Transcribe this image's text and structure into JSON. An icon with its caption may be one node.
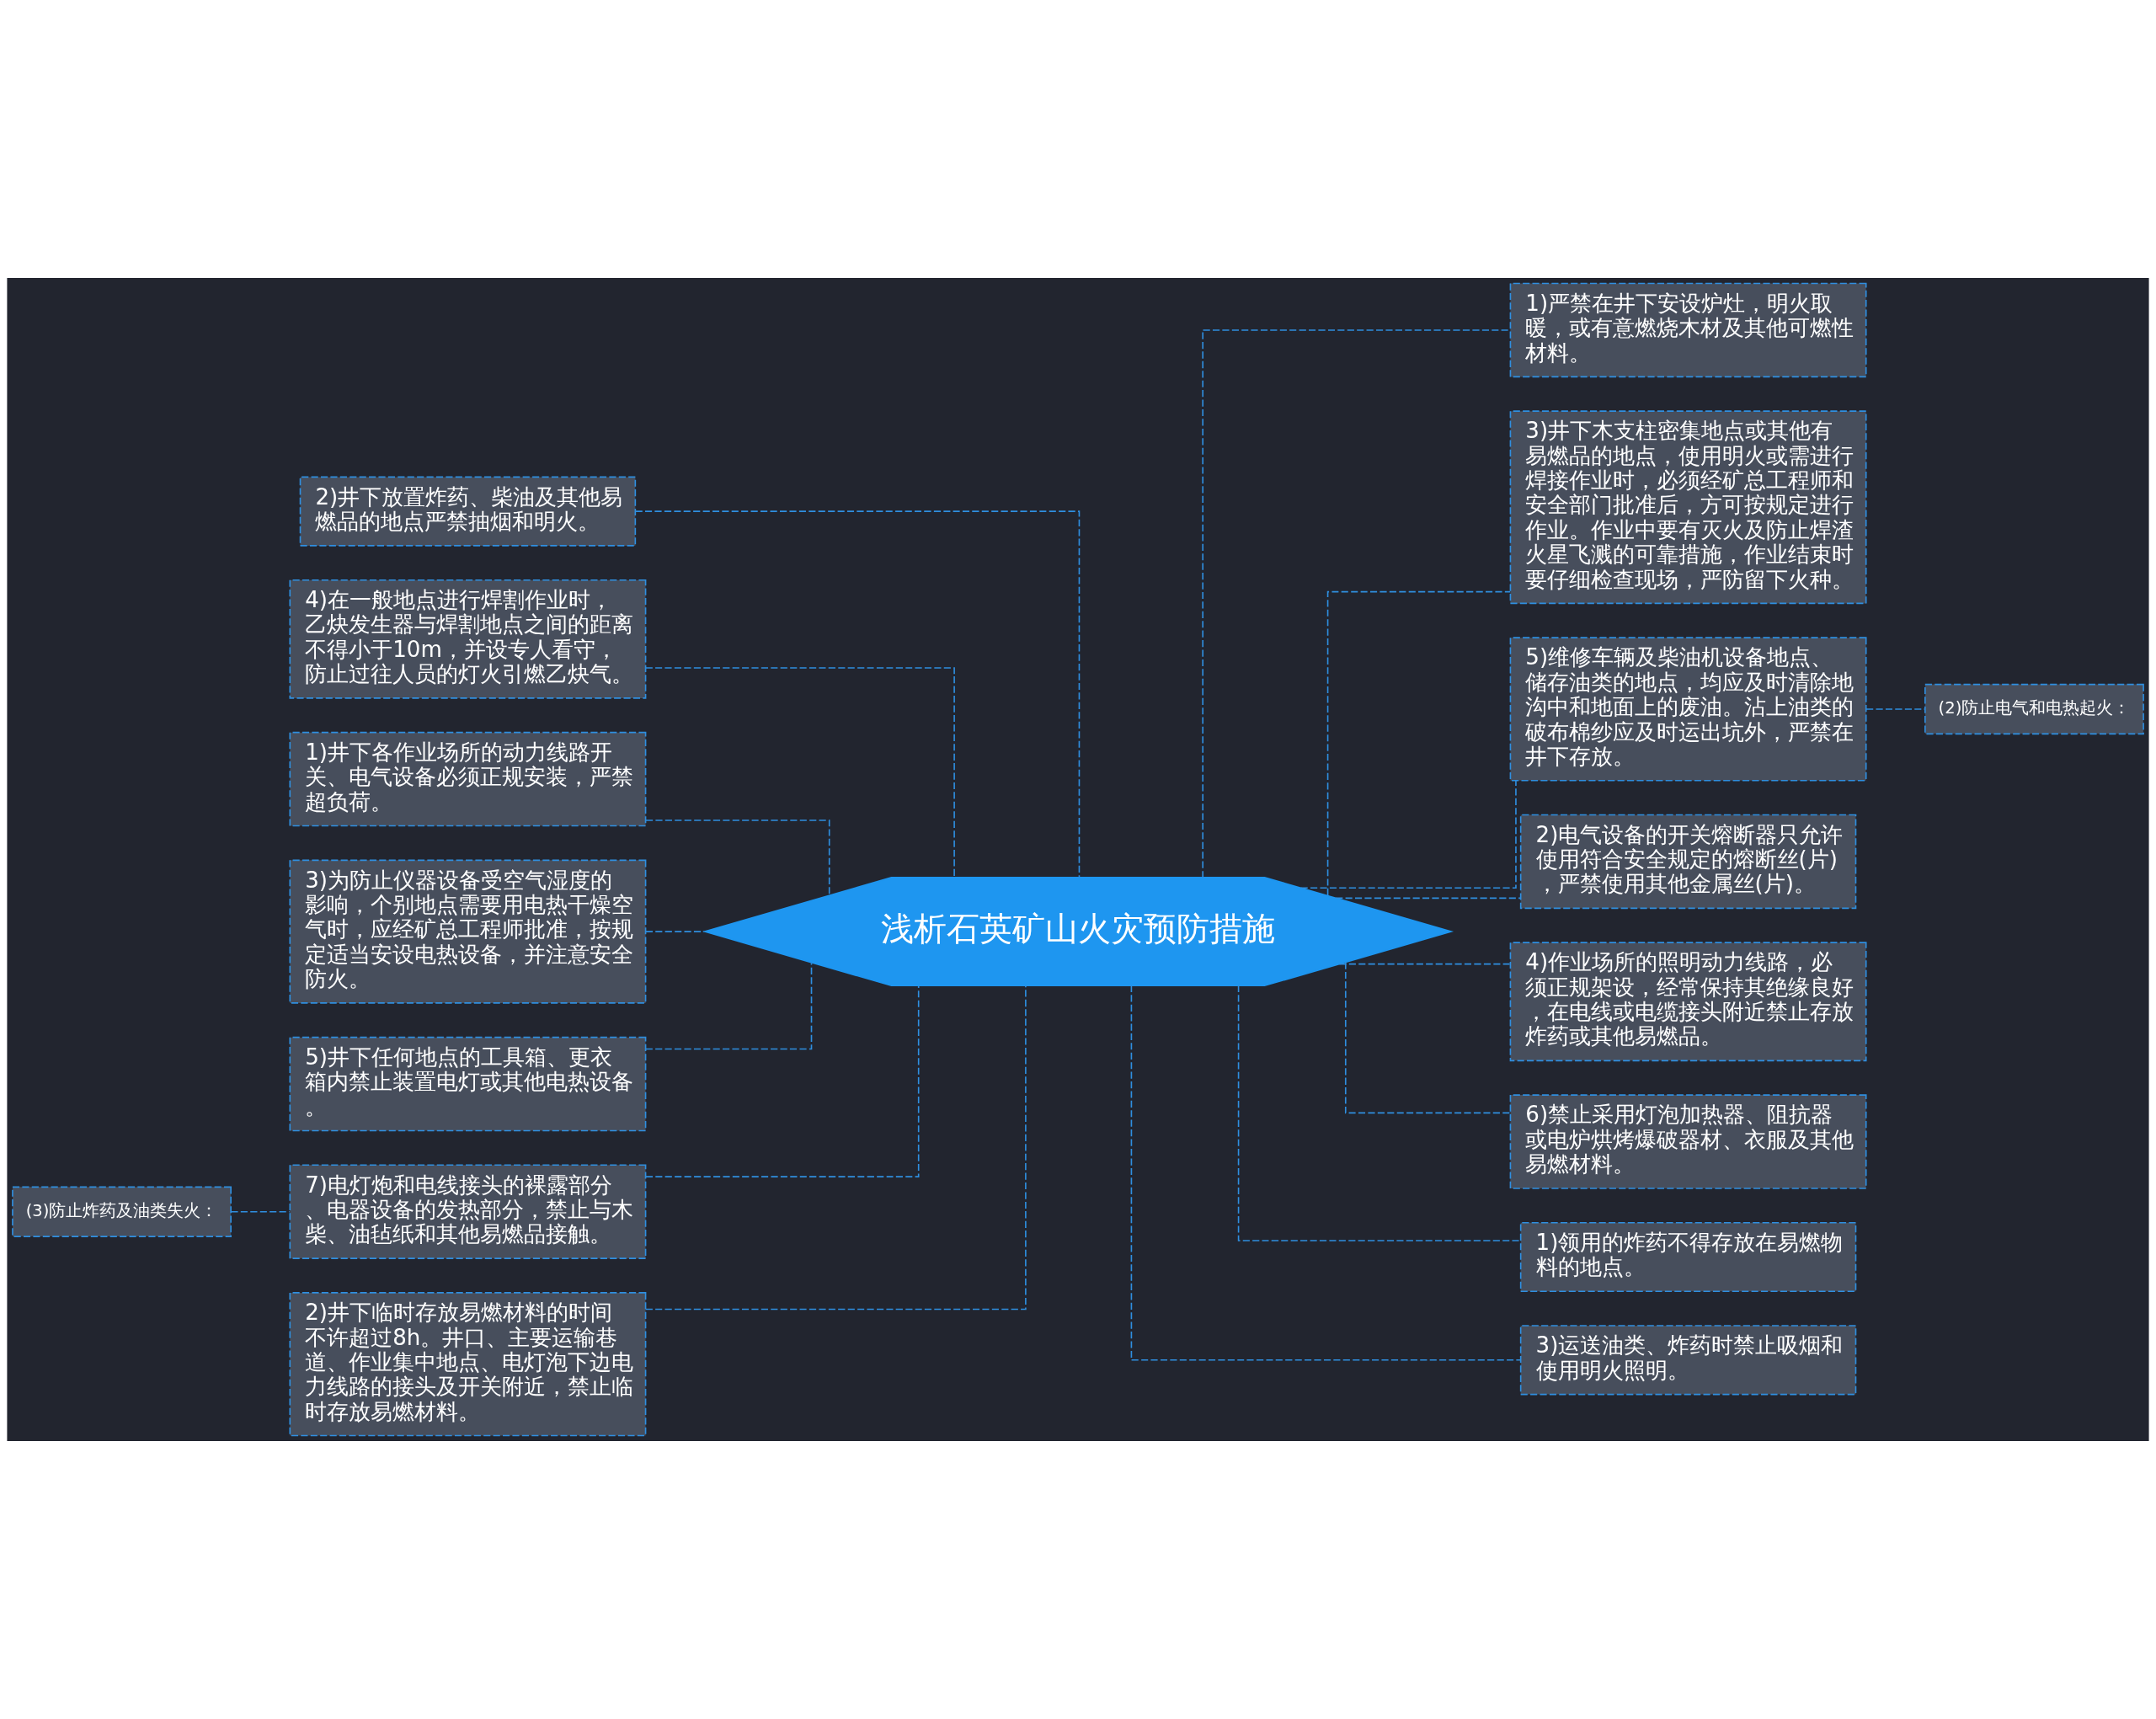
{
  "diagram": {
    "nodes": [
      {
        "text": [
          "浅析石英矿山火灾预防措施"
        ]
      },
      {
        "text": [
          "2)井下放置炸药、柴油及其他易燃品的地点严禁抽烟和明火。"
        ]
      },
      {
        "text": [
          "4)在一般地点进行焊割作业时，乙炔发生器与焊割地点之间的距离不得小于10m，并设专人看守，防止过往人员的灯火引燃乙炔气。"
        ]
      },
      {
        "text": [
          "1)井下各作业场所的动力线路开关、电气设备必须正规安装，严禁超负荷。"
        ]
      },
      {
        "text": [
          "3)为防止仪器设备受空气湿度的影响，个别地点需要用电热干燥空气时，应经矿总工程师批准，按规定适当安设电热设备，并注意安全防火。"
        ]
      },
      {
        "text": [
          "5)井下任何地点的工具箱、更衣箱内禁止装置电灯或其他电热设备。"
        ]
      },
      {
        "text": [
          "7)电灯炮和电线接头的裸露部分、电器设备的发热部分，禁止与木柴、油毡纸和其他易燃品接触。"
        ]
      },
      {
        "text": [
          "2)井下临时存放易燃材料的时间不许超过8h。井口、主要运输巷道、作业集中地点、电灯泡下边电力线路的接头及开关附近，禁止临时存放易燃材料。"
        ]
      },
      {
        "text": [
          "(3)防止炸药及油类失火："
        ]
      },
      {
        "text": [
          "1)严禁在井下安设炉灶，明火取暖，或有意燃烧木材及其他可燃性材料。"
        ]
      },
      {
        "text": [
          "3)井下木支柱密集地点或其他有易燃品的地点，使用明火或需进行焊接作业时，必须经矿总工程师和安全部门批准后，方可按规定进行作业。作业中要有灭火及防止焊渣火星飞溅的可靠措施，作业结束时要仔细检查现场，严防留下火种。"
        ]
      },
      {
        "text": [
          "5)维修车辆及柴油机设备地点、储存油类的地点，均应及时清除地沟中和地面上的废油。沾上油类的破布棉纱应及时运出坑外，严禁在井下存放。"
        ]
      },
      {
        "text": [
          "2)电气设备的开关熔断器只允许使用符合安全规定的熔断丝(片)，严禁使用其他金属丝(片)。"
        ]
      },
      {
        "text": [
          "4)作业场所的照明动力线路，必须正规架设，经常保持其绝缘良好，在电线或电缆接头附近禁止存放炸药或其他易燃品。"
        ]
      },
      {
        "text": [
          "6)禁止采用灯泡加热器、阻抗器或电炉烘烤爆破器材、衣服及其他易燃材料。"
        ]
      },
      {
        "text": [
          "1)领用的炸药不得存放在易燃物料的地点。"
        ]
      },
      {
        "text": [
          "3)运送油类、炸药时禁止吸烟和使用明火照明。"
        ]
      },
      {
        "text": [
          "(2)防止电气和电热起火："
        ]
      }
    ],
    "edges": [
      {
        "from": 0,
        "to": 1,
        "arrow": "none",
        "style": "dashed"
      },
      {
        "from": 0,
        "to": 2,
        "arrow": "none",
        "style": "dashed"
      },
      {
        "from": 0,
        "to": 3,
        "arrow": "none",
        "style": "dashed"
      },
      {
        "from": 0,
        "to": 4,
        "arrow": "none",
        "style": "dashed"
      },
      {
        "from": 0,
        "to": 5,
        "arrow": "none",
        "style": "dashed"
      },
      {
        "from": 0,
        "to": 6,
        "arrow": "none",
        "style": "dashed"
      },
      {
        "from": 0,
        "to": 7,
        "arrow": "none",
        "style": "dashed"
      },
      {
        "from": 6,
        "to": 8,
        "arrow": "none",
        "style": "dashed"
      },
      {
        "from": 0,
        "to": 9,
        "arrow": "none",
        "style": "dashed"
      },
      {
        "from": 0,
        "to": 10,
        "arrow": "none",
        "style": "dashed"
      },
      {
        "from": 0,
        "to": 11,
        "arrow": "none",
        "style": "dashed"
      },
      {
        "from": 0,
        "to": 12,
        "arrow": "none",
        "style": "dashed"
      },
      {
        "from": 0,
        "to": 13,
        "arrow": "none",
        "style": "dashed"
      },
      {
        "from": 0,
        "to": 14,
        "arrow": "none",
        "style": "dashed"
      },
      {
        "from": 0,
        "to": 15,
        "arrow": "none",
        "style": "dashed"
      },
      {
        "from": 0,
        "to": 16,
        "arrow": "none",
        "style": "dashed"
      },
      {
        "from": 11,
        "to": 17,
        "arrow": "none",
        "style": "dashed"
      }
    ]
  }
}
